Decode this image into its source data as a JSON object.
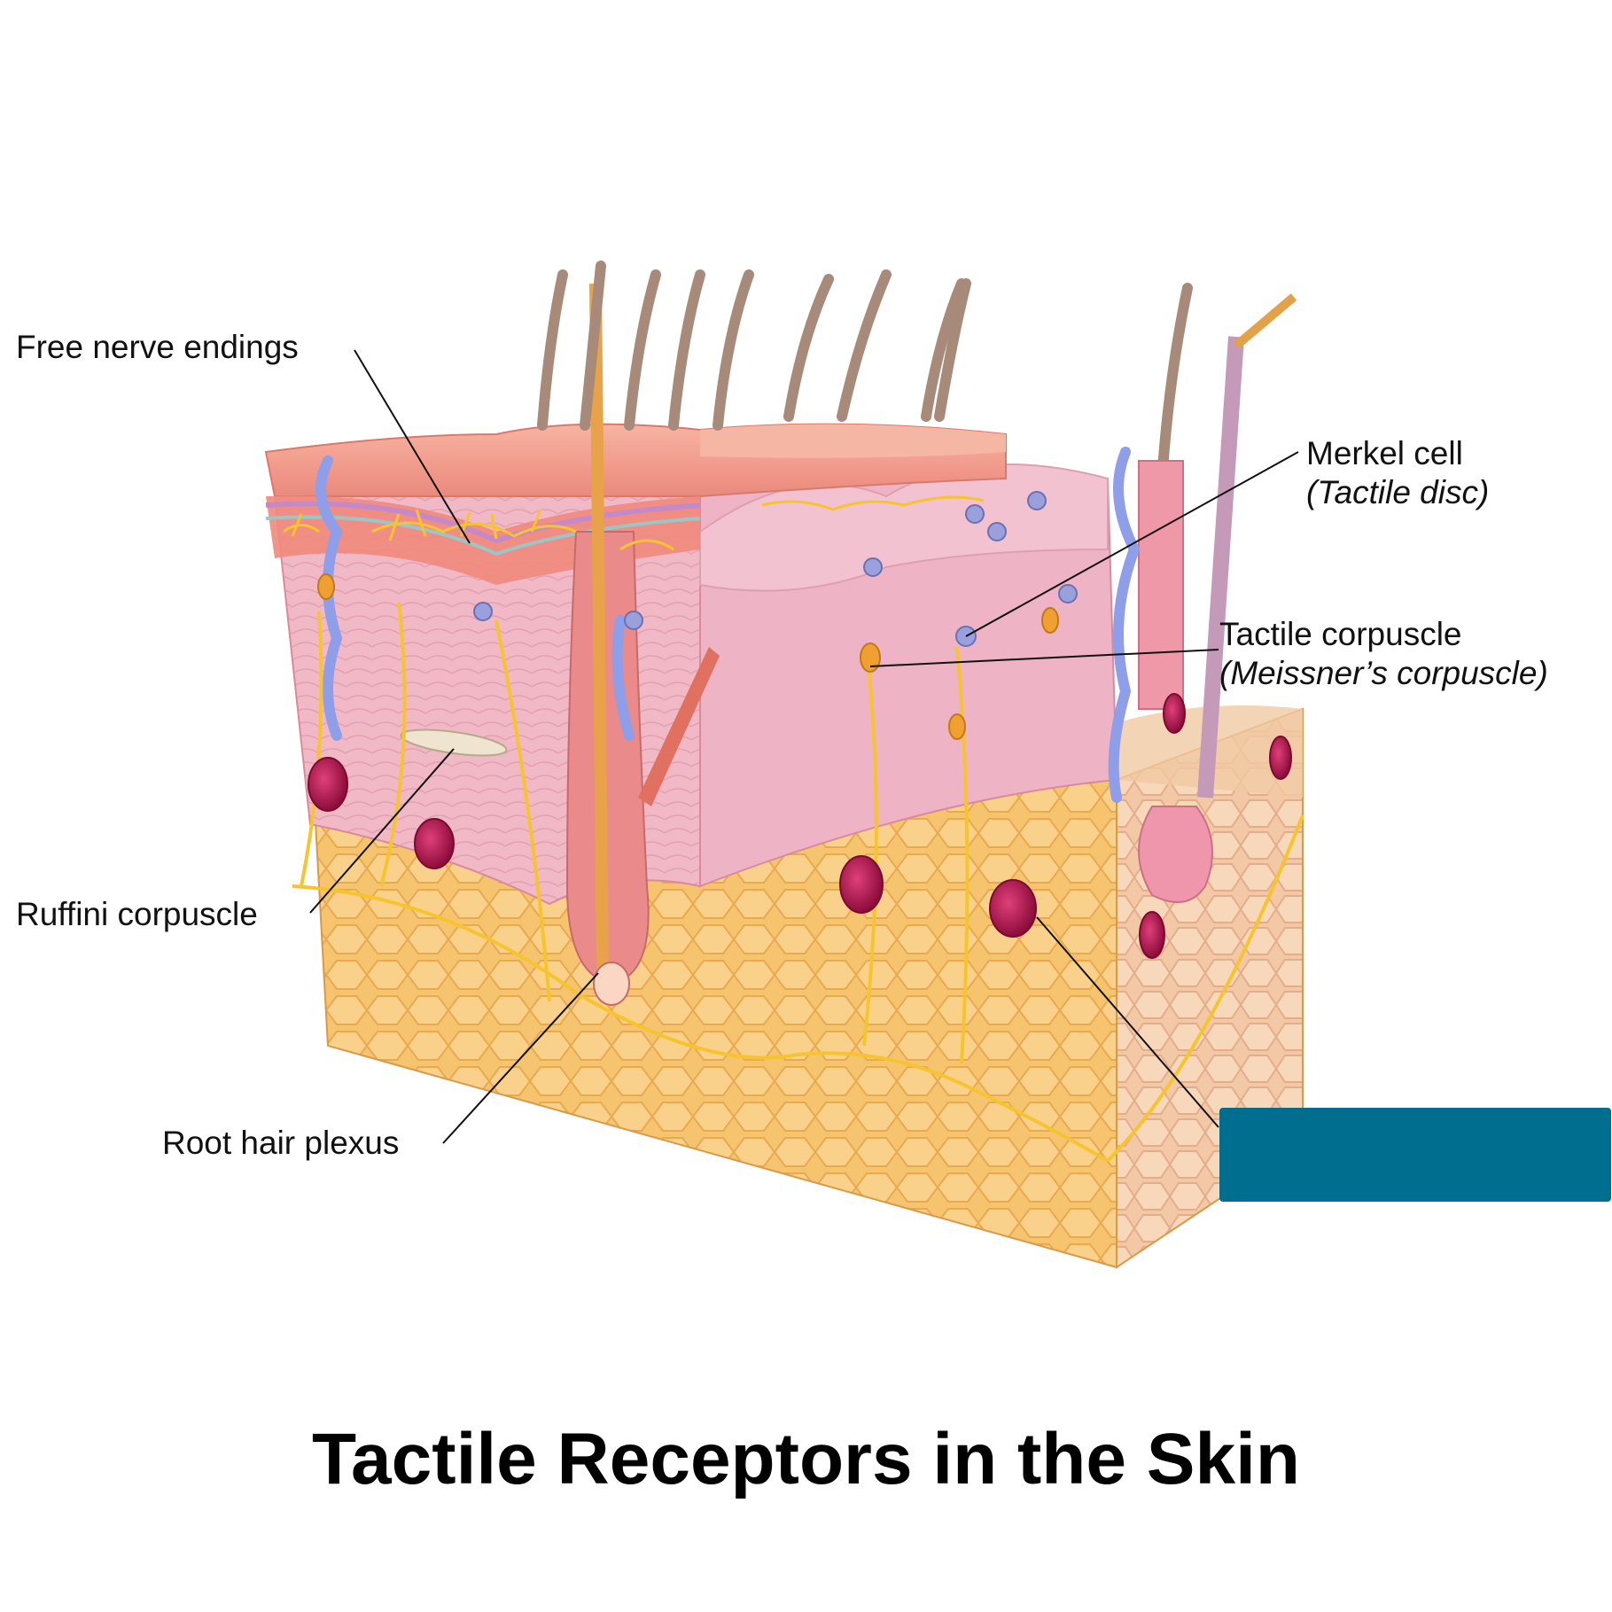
{
  "title": "Tactile Receptors in the Skin",
  "labels": {
    "free_nerve_endings": "Free nerve endings",
    "merkel_cell": "Merkel cell",
    "merkel_cell_alt": "(Tactile disc)",
    "tactile_corpuscle": "Tactile corpuscle",
    "tactile_corpuscle_alt": "(Meissner’s corpuscle)",
    "ruffini_corpuscle": "Ruffini corpuscle",
    "root_hair_plexus": "Root hair plexus"
  },
  "hidden_label": "",
  "colors": {
    "epidermis": "#f4a99a",
    "dermis": "#f0b8c2",
    "hypodermis": "#f7c779",
    "nerve": "#f5c32c",
    "pacinian": "#b0124a",
    "answer_box": "#006e8e"
  }
}
